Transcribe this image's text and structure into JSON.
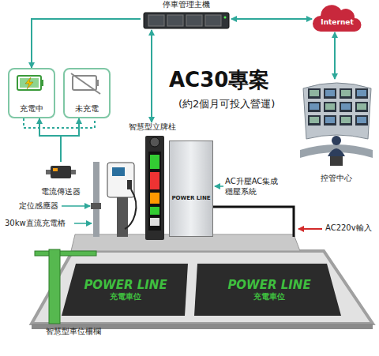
{
  "diagram": {
    "title": "AC30專案",
    "nodes": [
      {
        "text": [
          "停車管理主機"
        ]
      },
      {
        "text": [
          "Internet"
        ]
      },
      {
        "text": [
          "控管中心"
        ]
      },
      {
        "text": [
          "充電中"
        ]
      },
      {
        "text": [
          "未充電"
        ]
      },
      {
        "text": [
          "智慧型立牌柱"
        ]
      },
      {
        "text": [
          "電流傳送器"
        ]
      },
      {
        "text": [
          "POWER LINE"
        ]
      },
      {
        "text": [
          "POWER LINE",
          "充電車位"
        ]
      },
      {
        "text": [
          "POWER LINE",
          "充電車位"
        ]
      }
    ],
    "edges": [
      {
        "from": 0,
        "to": 1,
        "arrow": "both"
      },
      {
        "from": 1,
        "to": 2,
        "arrow": "both"
      },
      {
        "from": 0,
        "to": 5,
        "arrow": "both"
      },
      {
        "from": 0,
        "to": 3,
        "arrow": "to"
      },
      {
        "from": 3,
        "to": 4,
        "arrow": "none"
      },
      {
        "from": 6,
        "to": 3,
        "arrow": "to"
      },
      {
        "from": 6,
        "to": 4,
        "arrow": "to"
      }
    ],
    "labels": [
      "(約2個月可投入營運)",
      "定位感應器",
      "30kw直流充電樁",
      "AC升壓AC集成 穩壓系統",
      "AC220v輸入",
      "智慧型車位柵欄"
    ]
  }
}
